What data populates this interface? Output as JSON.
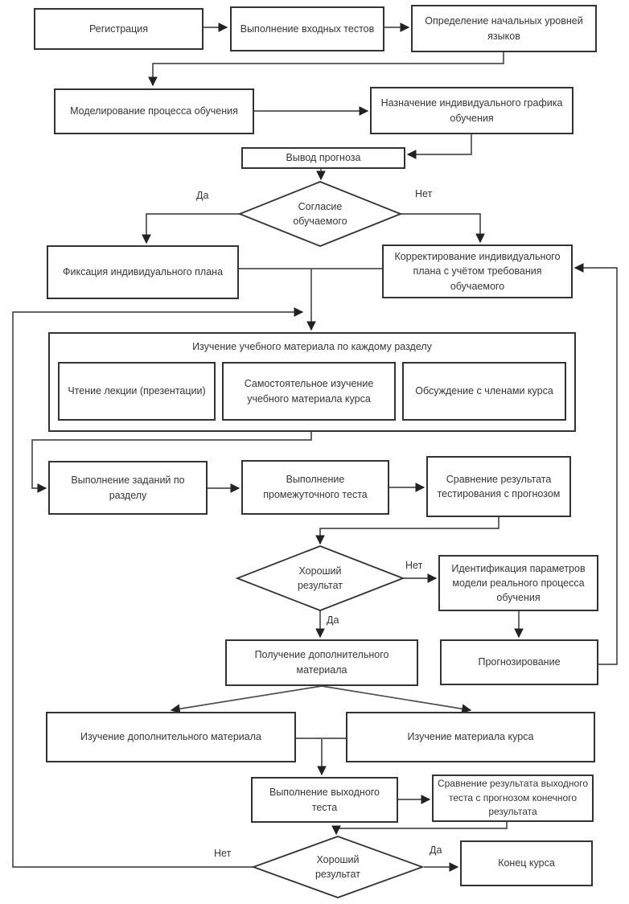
{
  "diagram": {
    "type": "flowchart",
    "language": "ru",
    "nodes": {
      "registration": "Регистрация",
      "entry_tests": "Выполнение входных тестов",
      "initial_levels": "Определение начальных уровней языков",
      "modeling": "Моделирование процесса обучения",
      "schedule": "Назначение индивидуального графика обучения",
      "forecast_output": "Вывод прогноза",
      "fix_plan": "Фиксация индивидуального плана",
      "correct_plan": "Корректирование индивидуального плана с учётом требования обучаемого",
      "study_group_title": "Изучение учебного материала по каждому разделу",
      "lecture_reading": "Чтение лекции (презентации)",
      "self_study": "Самостоятельное изучение учебного материала курса",
      "discussion": "Обсуждение с членами курса",
      "section_tasks": "Выполнение заданий по разделу",
      "interim_test": "Выполнение промежуточного теста",
      "compare_interim": "Сравнение результата тестирования с прогнозом",
      "identification": "Идентификация параметров модели реального процесса обучения",
      "forecasting": "Прогнозирование",
      "get_extra_material": "Получение дополнительного материала",
      "study_extra_material": "Изучение дополнительного материала",
      "study_course_material": "Изучение материала курса",
      "final_test": "Выполнение выходного теста",
      "compare_final": "Сравнение результата выходного теста с прогнозом конечного результата",
      "end_course": "Конец курса"
    },
    "decisions": {
      "agreement": "Согласие обучаемого",
      "good_result_1": "Хороший результат",
      "good_result_2": "Хороший результат"
    },
    "edge_labels": {
      "agreement_yes": "Да",
      "agreement_no": "Нет",
      "result1_no": "Нет",
      "result1_yes": "Да",
      "result2_no": "Нет",
      "result2_yes": "Да"
    },
    "colors": {
      "background": "#ffffff",
      "line": "#4f4f4f",
      "box_border": "#333333",
      "text": "#363636"
    }
  }
}
